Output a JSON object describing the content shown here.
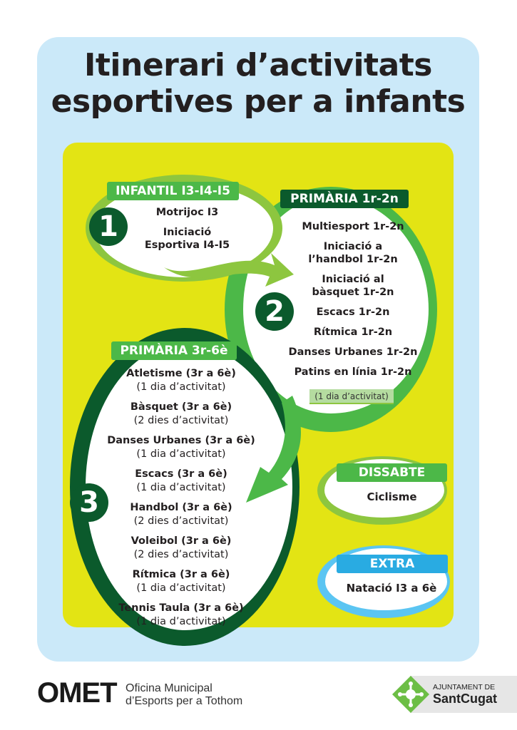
{
  "title": {
    "line1": "Itinerari d’activitats",
    "line2": "esportives per a infants"
  },
  "stage1": {
    "number": "1",
    "label": "INFANTIL I3-I4-I5",
    "items": [
      "Motrijoc I3",
      "Iniciació",
      "Esportiva I4-I5"
    ]
  },
  "stage2": {
    "number": "2",
    "label": "PRIMÀRIA 1r-2n",
    "items": [
      "Multiesport 1r-2n",
      "Iniciació a",
      "l’handbol 1r-2n",
      "Iniciació al",
      "bàsquet 1r-2n",
      "Escacs 1r-2n",
      "Rítmica 1r-2n",
      "Danses Urbanes 1r-2n",
      "Patins en línia 1r-2n"
    ],
    "note": "(1 dia d’activitat)"
  },
  "stage3": {
    "number": "3",
    "label": "PRIMÀRIA 3r-6è",
    "items": [
      {
        "name": "Atletisme (3r a 6è)",
        "days": "(1 dia d’activitat)"
      },
      {
        "name": "Bàsquet (3r a 6è)",
        "days": "(2 dies d’activitat)"
      },
      {
        "name": "Danses Urbanes (3r a 6è)",
        "days": "(1 dia d’activitat)"
      },
      {
        "name": "Escacs (3r a 6è)",
        "days": "(1 dia d’activitat)"
      },
      {
        "name": "Handbol  (3r a 6è)",
        "days": "(2 dies d’activitat)"
      },
      {
        "name": "Voleibol (3r a 6è)",
        "days": "(2 dies d’activitat)"
      },
      {
        "name": "Rítmica (3r a 6è)",
        "days": "(1 dia d’activitat)"
      },
      {
        "name": "Tennis Taula (3r a 6è)",
        "days": "(1 dia d’activitat)"
      }
    ]
  },
  "saturday": {
    "label": "DISSABTE",
    "item": "Ciclisme"
  },
  "extra": {
    "label": "EXTRA",
    "item": "Natació I3 a 6è"
  },
  "footer": {
    "omet": "OMET",
    "omet_line1": "Oficina Municipal",
    "omet_line2": "d’Esports per a Tothom",
    "council_line1": "AJUNTAMENT DE",
    "council_line2": "SantCugat"
  },
  "colors": {
    "light_green": "#8dc63f",
    "green": "#4cb848",
    "dark_green": "#0b5a2c",
    "yellow": "#e3e414",
    "blue_bg": "#cbe9f9",
    "extra_blue": "#29abe2"
  }
}
